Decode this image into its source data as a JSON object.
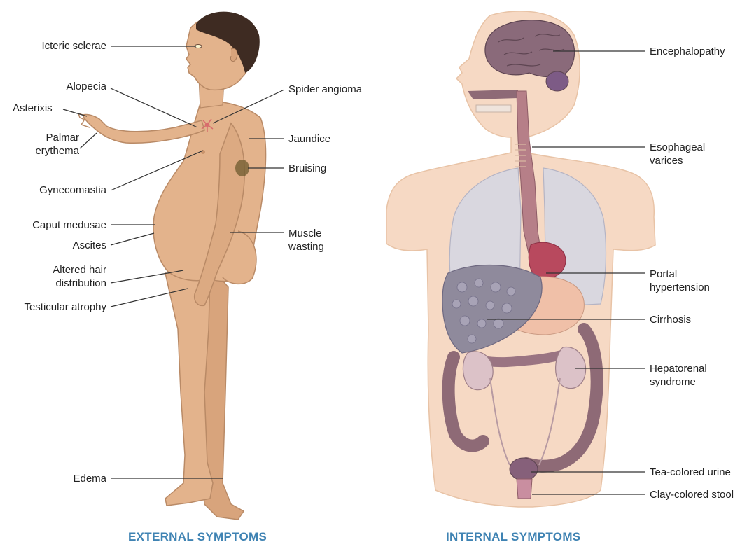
{
  "captions": {
    "external": "EXTERNAL SYMPTOMS",
    "internal": "INTERNAL SYMPTOMS"
  },
  "external_labels": {
    "icteric_sclerae": "Icteric sclerae",
    "alopecia": "Alopecia",
    "asterixis": "Asterixis",
    "palmar_erythema": [
      "Palmar",
      "erythema"
    ],
    "gynecomastia": "Gynecomastia",
    "caput_medusae": "Caput medusae",
    "ascites": "Ascites",
    "altered_hair_distribution": [
      "Altered hair",
      "distribution"
    ],
    "testicular_atrophy": "Testicular atrophy",
    "edema": "Edema",
    "spider_angioma": "Spider angioma",
    "jaundice": "Jaundice",
    "bruising": "Bruising",
    "muscle_wasting": [
      "Muscle",
      "wasting"
    ]
  },
  "internal_labels": {
    "encephalopathy": "Encephalopathy",
    "esophageal_varices": [
      "Esophageal",
      "varices"
    ],
    "portal_hypertension": [
      "Portal",
      "hypertension"
    ],
    "cirrhosis": "Cirrhosis",
    "hepatorenal_syndrome": [
      "Hepatorenal",
      "syndrome"
    ],
    "tea_colored_urine": "Tea-colored urine",
    "clay_colored_stool": "Clay-colored stool"
  },
  "colors": {
    "skin": "#e3b38c",
    "skin_outline": "#b98a66",
    "hair": "#3e2b22",
    "torso_fill": "#f6d9c4",
    "lung": "#d6d7e3",
    "liver": "#8f8a9c",
    "organ": "#8e6a76",
    "bruise": "#6e5a2e",
    "caption": "#3f83b3"
  }
}
